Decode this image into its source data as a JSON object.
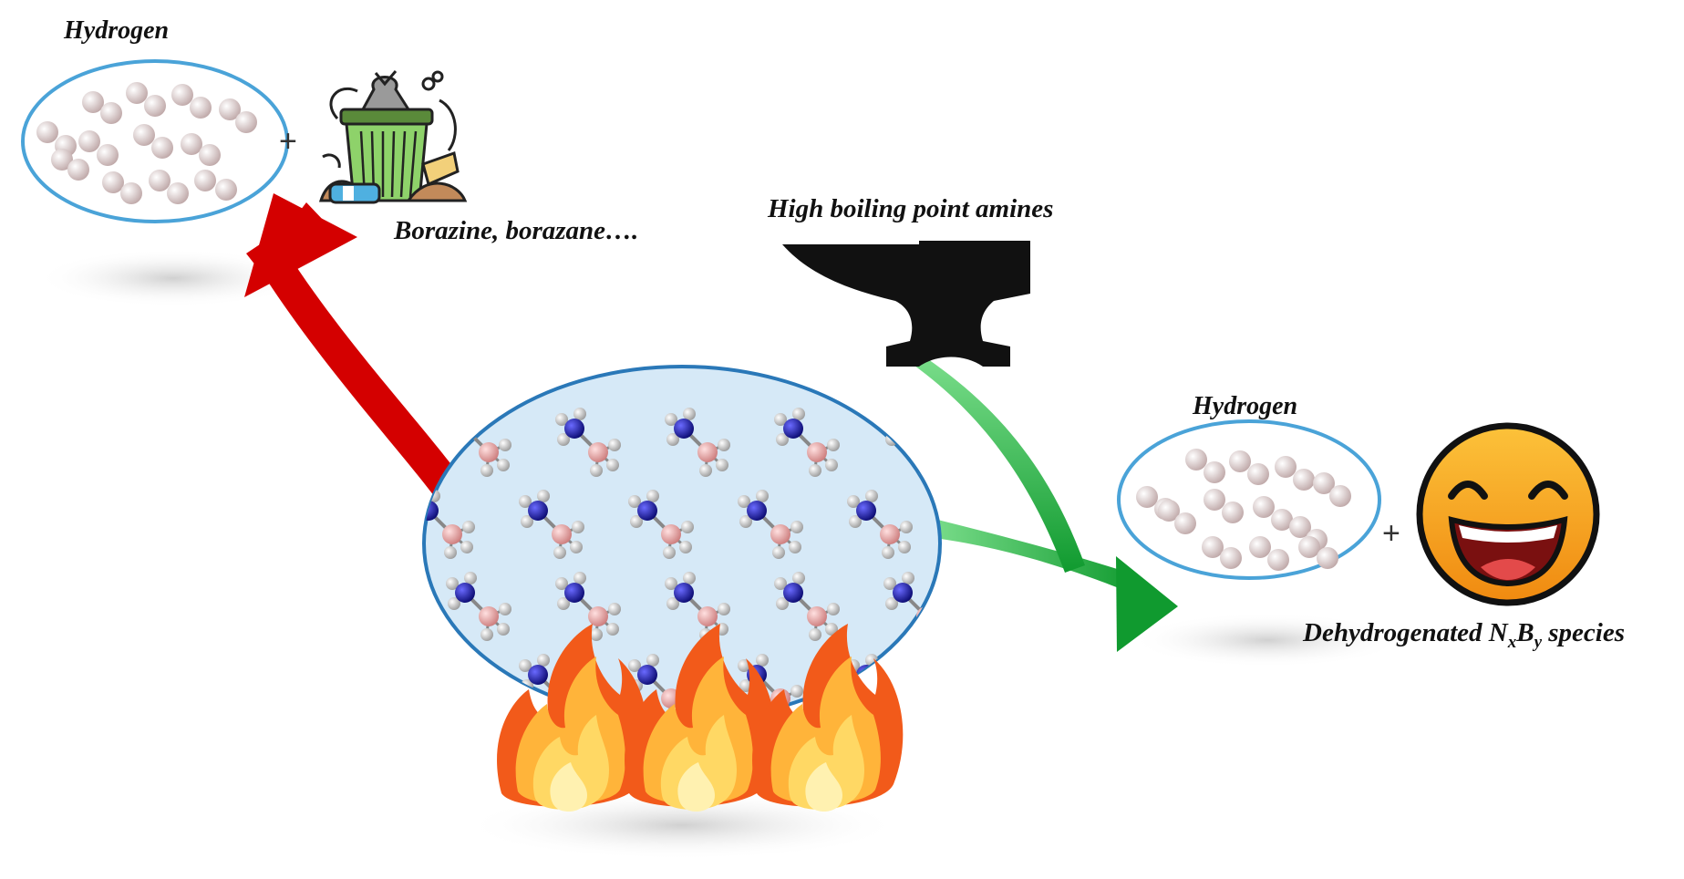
{
  "labels": {
    "hydrogen_left": "Hydrogen",
    "hydrogen_right": "Hydrogen",
    "byproducts": "Borazine, borazane….",
    "amines": "High boiling point amines",
    "dehydro_prefix": "Dehydrogenated N",
    "dehydro_sub_x": "x",
    "dehydro_mid": "B",
    "dehydro_sub_y": "y",
    "dehydro_suffix": " species",
    "plus": "+"
  },
  "colors": {
    "red_arrow": "#d40000",
    "green_arrow": "#1aa83a",
    "ellipse_border": "#2a78b8",
    "hydrogen_ellipse_border": "#4aa3d8",
    "ellipse_fill": "#d6e9f7",
    "hydrogen_atom": "#e8d6d6",
    "boron_atom": "#e8a6a6",
    "nitrogen_atom": "#1a1aa0",
    "flame_outer": "#f25a1a",
    "flame_mid": "#ffb43a",
    "flame_inner": "#fff1b0",
    "smiley": "#f6a51f"
  },
  "icons": [
    "hydrogen-molecules-icon",
    "waste-bin-icon",
    "anvil-icon",
    "fire-icon",
    "smiley-face-icon",
    "ammonia-borane-molecules-icon"
  ]
}
